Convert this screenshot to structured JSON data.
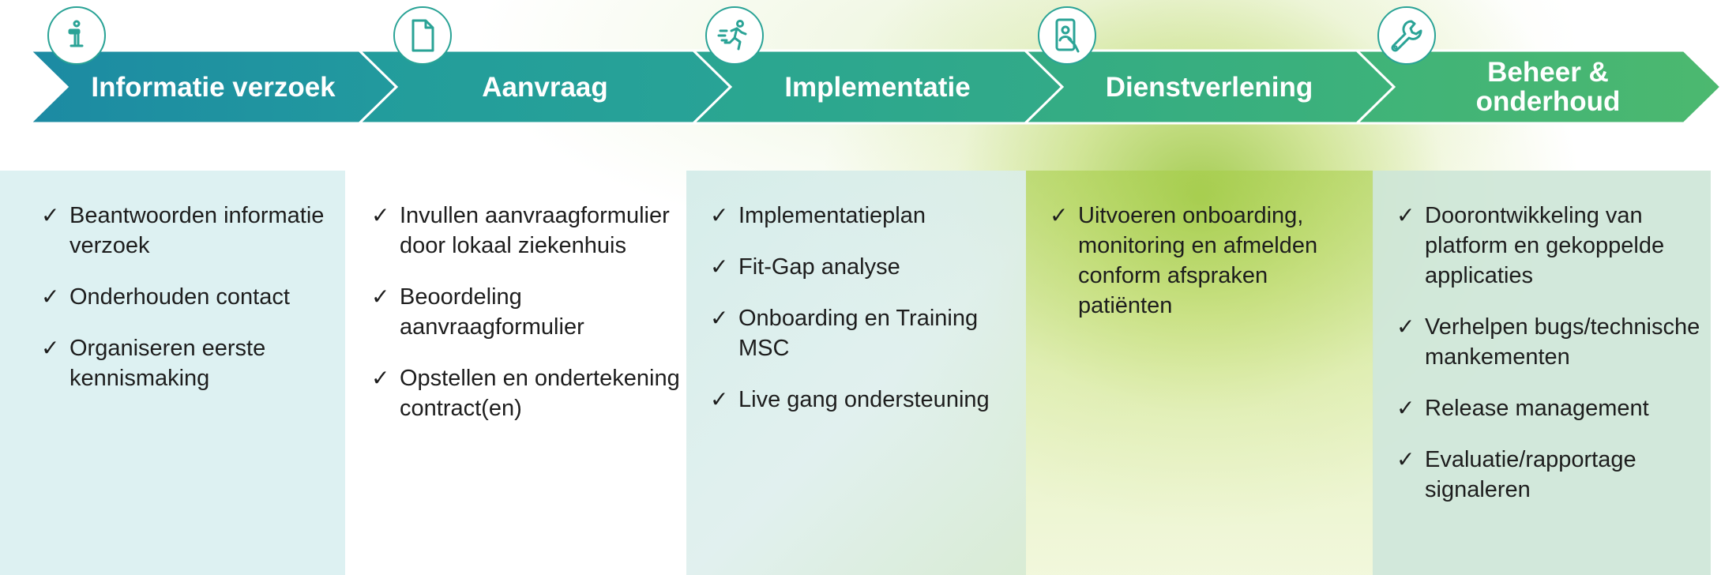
{
  "stages": [
    {
      "title": "Informatie verzoek",
      "icon": "info-icon",
      "color": "#1e8fa2"
    },
    {
      "title": "Aanvraag",
      "icon": "document-icon",
      "color": "#25a09a"
    },
    {
      "title": "Implementatie",
      "icon": "running-person-icon",
      "color": "#2fa88c"
    },
    {
      "title": "Dienstverlening",
      "icon": "phone-touch-icon",
      "color": "#3aaf7e"
    },
    {
      "title": "Beheer & onderhoud",
      "icon": "wrench-icon",
      "color": "#48b673"
    }
  ],
  "columns": [
    {
      "items": [
        "Beantwoorden informatie verzoek",
        "Onderhouden contact",
        "Organiseren eerste kennismaking"
      ]
    },
    {
      "items": [
        "Invullen aanvraagformulier door lokaal ziekenhuis",
        "Beoordeling aanvraagformulier",
        "Opstellen en ondertekening contract(en)"
      ]
    },
    {
      "items": [
        "Implementatieplan",
        "Fit-Gap analyse",
        "Onboarding en Training MSC",
        "Live gang ondersteuning"
      ]
    },
    {
      "items": [
        "Uitvoeren onboarding, monitoring en afmelden conform afspraken patiënten"
      ]
    },
    {
      "items": [
        "Doorontwikkeling van platform en gekoppelde applicaties",
        "Verhelpen bugs/technische mankementen",
        "Release management",
        "Evaluatie/rapportage signaleren"
      ]
    }
  ],
  "check_glyph": "✓"
}
